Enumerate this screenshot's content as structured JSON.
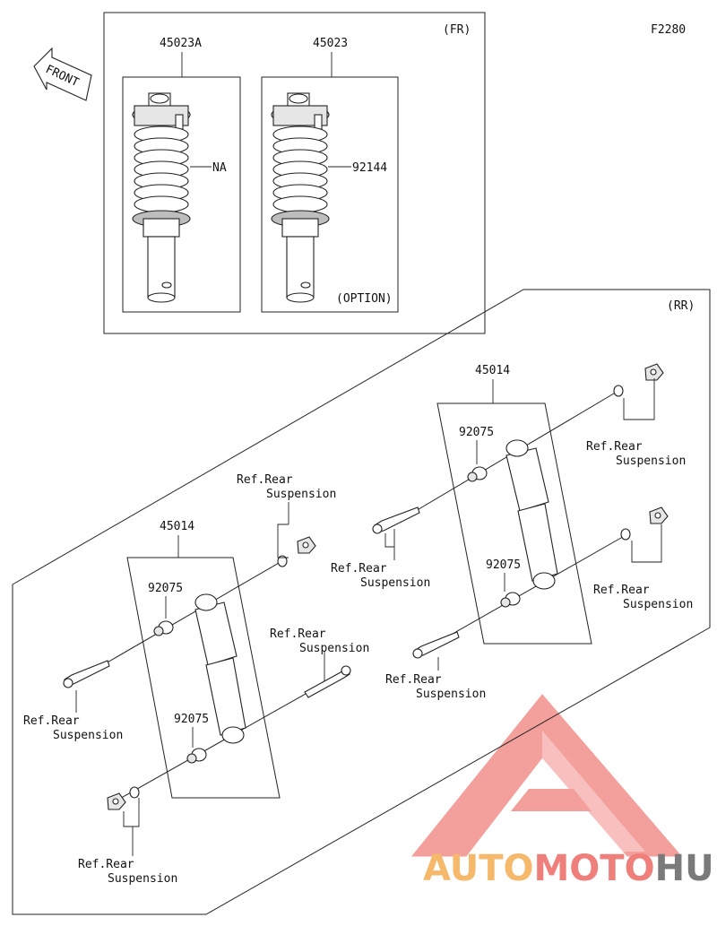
{
  "diagram": {
    "code": "F2280",
    "front_arrow_label": "FRONT",
    "front_section": {
      "tag": "(FR)",
      "assemblies": [
        {
          "part_number": "45023A",
          "spring_label": "NA"
        },
        {
          "part_number": "45023",
          "spring_label": "92144",
          "note": "(OPTION)"
        }
      ]
    },
    "rear_section": {
      "tag": "(RR)",
      "assemblies": [
        {
          "part_number": "45014",
          "bushing_upper": "92075",
          "bushing_lower": "92075"
        },
        {
          "part_number": "45014",
          "bushing_upper": "92075",
          "bushing_lower": "92075"
        }
      ],
      "reference_labels": [
        {
          "line1": "Ref.Rear",
          "line2": "Suspension"
        },
        {
          "line1": "Ref.Rear",
          "line2": "Suspension"
        },
        {
          "line1": "Ref.Rear",
          "line2": "Suspension"
        },
        {
          "line1": "Ref.Rear",
          "line2": "Suspension"
        },
        {
          "line1": "Ref.Rear",
          "line2": "Suspension"
        },
        {
          "line1": "Ref.Rear",
          "line2": "Suspension"
        },
        {
          "line1": "Ref.Rear",
          "line2": "Suspension"
        },
        {
          "line1": "Ref.Rear",
          "line2": "Suspension"
        }
      ]
    }
  },
  "watermark": {
    "part1": "AUTO",
    "part2": "MOTO",
    "part3": "HUB",
    "colors": {
      "auto": "#f6b86a",
      "moto": "#ef7f7b",
      "hub": "#7a7a7a",
      "logo": "#f28f8a"
    }
  }
}
